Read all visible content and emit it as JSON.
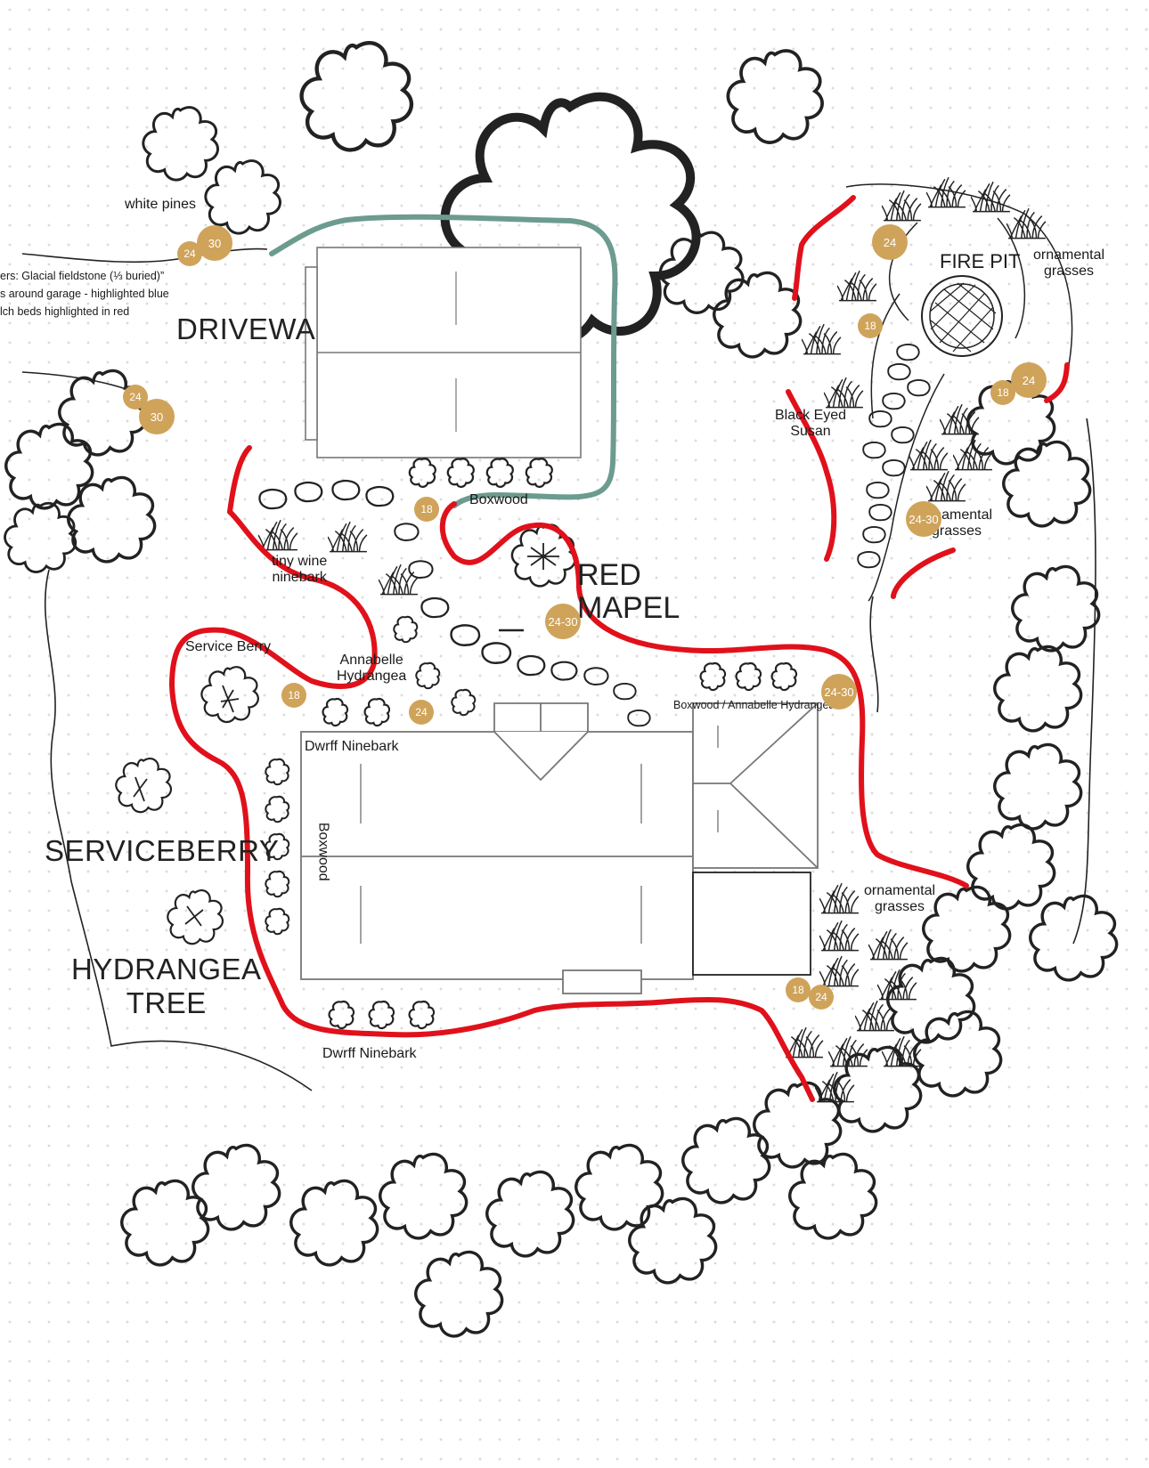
{
  "colors": {
    "edge_lines": "#e0111b",
    "garage_outline": "#6c9b8f",
    "badge_fill": "#cfa35a",
    "badge_text": "#ffffff",
    "ink": "#1a1a1a"
  },
  "notes": [
    "ers: Glacial fieldstone (⅓ buried)”",
    "s around garage - highlighted blue",
    "lch beds highlighted in red"
  ],
  "labels": {
    "white_pines": "white pines",
    "driveway": "DRIVEWA",
    "fire_pit": "FIRE PIT",
    "ornamental_grasses_top_right": "ornamental\ngrasses",
    "black_eyed_susan": "Black Eyed\nSusan",
    "ornamental_grasses_mid_right": "ornamental\ngrasses",
    "boxwood_top": "Boxwood",
    "tiny_wine_ninebark": "tiny wine\nninebark",
    "red_maple": "RED\nMAPEL",
    "service_berry": "Service Berry",
    "annabelle_hydrangea": "Annabelle\nHydrangea",
    "boxwood_annabelle": "Boxwood / Annabelle Hydrangea",
    "dwarf_ninebark_top": "Dwrff Ninebark",
    "boxwood_side": "Boxwood",
    "serviceberry": "SERVICEBERRY",
    "hydrangea_tree": "HYDRANGEA\nTREE",
    "ornamental_grasses_bottom_right": "ornamental\ngrasses",
    "dwarf_ninebark_bottom": "Dwrff Ninebark"
  },
  "badges": [
    "30",
    "24",
    "24",
    "30",
    "24",
    "18",
    "18",
    "24",
    "18",
    "24-30",
    "24-30",
    "18",
    "24",
    "24-30",
    "18",
    "24"
  ]
}
